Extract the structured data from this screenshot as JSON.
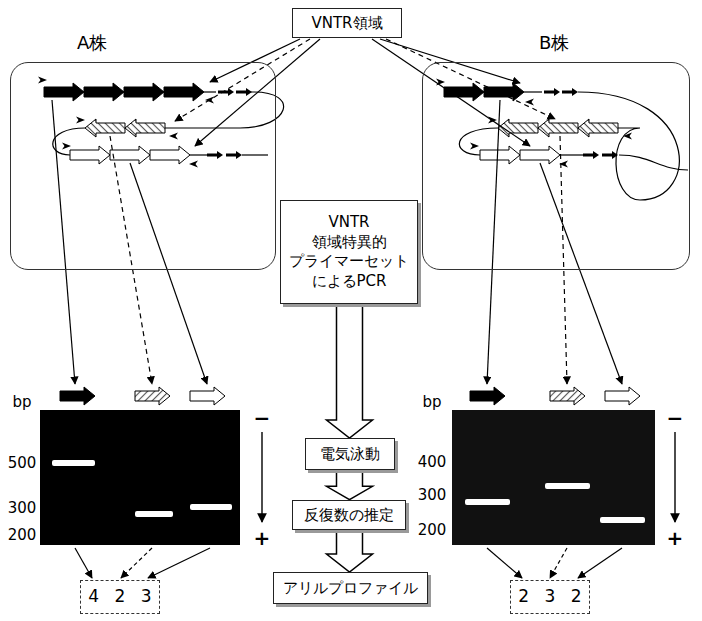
{
  "diagram": {
    "nodes": [
      {
        "text": [
          "VNTR領域"
        ]
      },
      {
        "text": [
          "A株"
        ]
      },
      {
        "text": [
          "B株"
        ]
      },
      {
        "text": [
          "VNTR 領域特異的 プライマーセット によるPCR"
        ]
      },
      {
        "text": [
          "電気泳動"
        ]
      },
      {
        "text": [
          "反復数の推定"
        ]
      },
      {
        "text": [
          "アリルプロファイル"
        ]
      },
      {
        "text": [
          "4 2 3"
        ]
      },
      {
        "text": [
          "2 3 2"
        ]
      }
    ],
    "edges": [
      {
        "from": 3,
        "to": 4,
        "arrow": "to"
      },
      {
        "from": 4,
        "to": 5,
        "arrow": "to"
      },
      {
        "from": 5,
        "to": 6,
        "arrow": "to"
      }
    ],
    "labels": [
      "bp",
      "500",
      "300",
      "200",
      "−",
      "+",
      "bp",
      "400",
      "300",
      "200",
      "−",
      "+"
    ]
  }
}
